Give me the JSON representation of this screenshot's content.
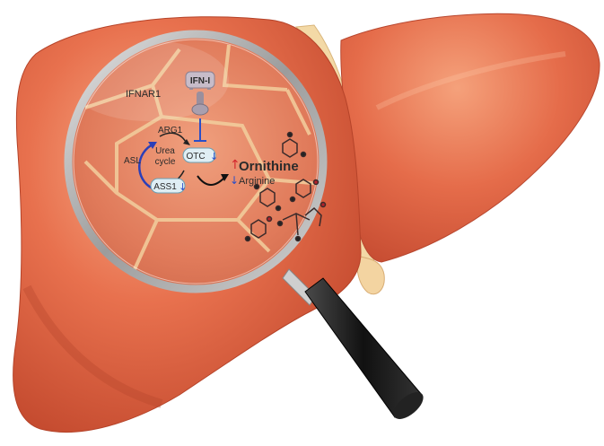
{
  "labels": {
    "receptor": "IFNAR1",
    "ligand": "IFN-I",
    "enzyme_arg1": "ARG1",
    "cycle_line1": "Urea",
    "cycle_line2": "cycle",
    "enzyme_asl": "ASL",
    "enzyme_otc": "OTC",
    "enzyme_ass1": "ASS1",
    "metabolite_up": "Ornithine",
    "metabolite_down": "Arginine"
  },
  "icons": {
    "up_arrow": "↑",
    "down_arrow": "↓"
  },
  "colors": {
    "liver": "#e8714e",
    "liver_highlight": "#f4a27d",
    "liver_shadow": "#c54f33",
    "magnifier_rim": "#b9b9b9",
    "handle": "#1e1e1e",
    "increase_arrow": "#d4262d",
    "decrease_arrow": "#2a4fc8",
    "cycle_arrow": "#2a3fb8"
  }
}
